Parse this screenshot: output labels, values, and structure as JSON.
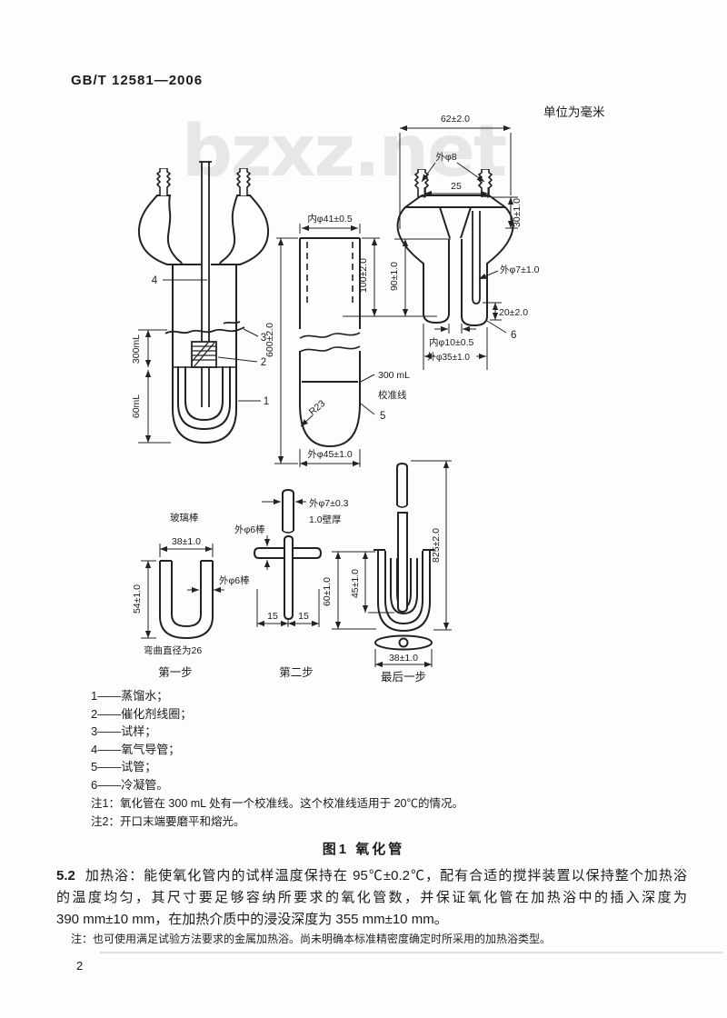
{
  "page": {
    "header": "GB/T 12581—2006",
    "unit_note": "单位为毫米",
    "watermark": "bzxz.net",
    "page_number": "2"
  },
  "figure": {
    "caption": "图1  氧化管",
    "legend": [
      "1——蒸馏水；",
      "2——催化剂线圈；",
      "3——试样；",
      "4——氧气导管；",
      "5——试管；",
      "6——冷凝管。"
    ],
    "notes": [
      "注1：氧化管在 300 mL 处有一个校准线。这个校准线适用于 20℃的情况。",
      "注2：开口末端要磨平和熔光。"
    ],
    "dims": {
      "p1": "1",
      "p2": "2",
      "p3": "3",
      "p4": "4",
      "p5": "5",
      "p6": "6",
      "v300": "300mL",
      "v60": "60mL",
      "d600": "600±2.0",
      "phi41": "内φ41±0.5",
      "d100": "100±2.0",
      "d90": "90±1.0",
      "cal_value": "300 mL",
      "cal_label": "校准线",
      "r23": "R23",
      "phi45": "外φ45±1.0",
      "d62": "62±2.0",
      "phi8": "外φ8",
      "d25": "25",
      "d30": "30±1.0",
      "phi7": "外φ7±1.0",
      "d20": "20±2.0",
      "phi10": "内φ10±0.5",
      "phi35": "外φ35±1.0",
      "rod_title": "玻璃棒",
      "d38": "38±1.0",
      "d54": "54±1.0",
      "phi6_rod": "外φ6棒",
      "bend_note": "弯曲直径为26",
      "step1": "第一步",
      "phi7_03": "外φ7±0.3",
      "wall": "1.0壁厚",
      "d15a": "15",
      "d15b": "15",
      "step2": "第二步",
      "d825": "825±2.0",
      "d60": "60±1.0",
      "d45": "45±1.0",
      "d38_2": "38±1.0",
      "step3": "最后一步"
    }
  },
  "body": {
    "clause_number": "5.2",
    "clause_line1": "加热浴：能使氧化管内的试样温度保持在 95℃±0.2℃，配有合适的搅拌装置以保持整个加热浴",
    "clause_line2": "的温度均匀，其尺寸要足够容纳所要求的氧化管数，并保证氧化管在加热浴中的插入深度为",
    "clause_line3": "390 mm±10 mm，在加热介质中的浸没深度为 355 mm±10 mm。",
    "note": "注：也可使用满足试验方法要求的金属加热浴。尚未明确本标准精密度确定时所采用的加热浴类型。"
  }
}
